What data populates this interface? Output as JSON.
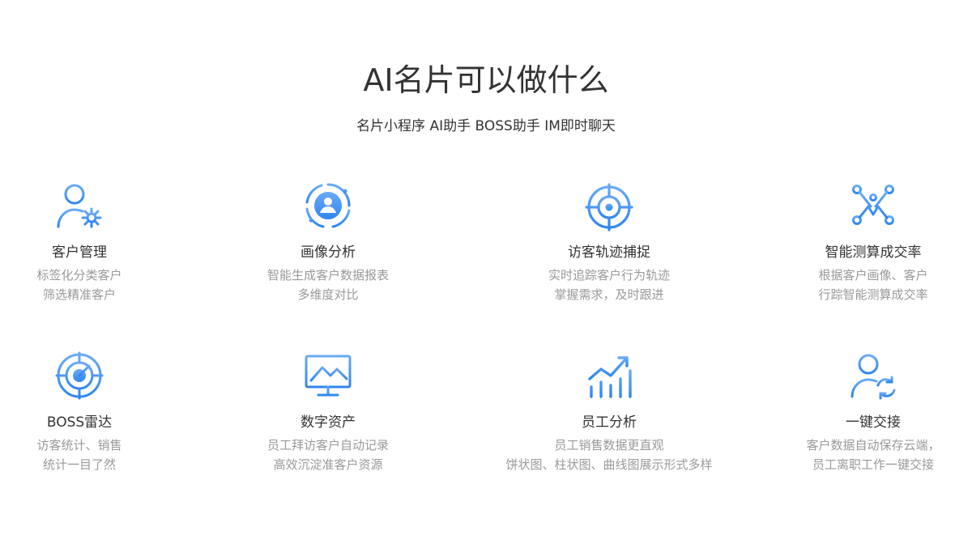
{
  "header": {
    "title": "AI名片可以做什么",
    "subtitle": "名片小程序 AI助手 BOSS助手 IM即时聊天"
  },
  "accent_color": "#3b8ef0",
  "features": [
    {
      "icon": "user-gear-icon",
      "title": "客户管理",
      "desc": [
        "标签化分类客户",
        "筛选精准客户"
      ]
    },
    {
      "icon": "portrait-analysis-icon",
      "title": "画像分析",
      "desc": [
        "智能生成客户数据报表",
        "多维度对比"
      ]
    },
    {
      "icon": "target-icon",
      "title": "访客轨迹捕捉",
      "desc": [
        "实时追踪客户行为轨迹",
        "掌握需求，及时跟进"
      ]
    },
    {
      "icon": "network-nodes-icon",
      "title": "智能测算成交率",
      "desc": [
        "根据客户画像、客户",
        "行踪智能测算成交率"
      ]
    },
    {
      "icon": "radar-icon",
      "title": "BOSS雷达",
      "desc": [
        "访客统计、销售",
        "统计一目了然"
      ]
    },
    {
      "icon": "monitor-chart-icon",
      "title": "数字资产",
      "desc": [
        "员工拜访客户自动记录",
        "高效沉淀准客户资源"
      ]
    },
    {
      "icon": "trend-bars-icon",
      "title": "员工分析",
      "desc": [
        "员工销售数据更直观",
        "饼状图、柱状图、曲线图展示形式多样"
      ]
    },
    {
      "icon": "user-sync-icon",
      "title": "一键交接",
      "desc": [
        "客户数据自动保存云端，",
        "员工离职工作一键交接"
      ]
    }
  ]
}
